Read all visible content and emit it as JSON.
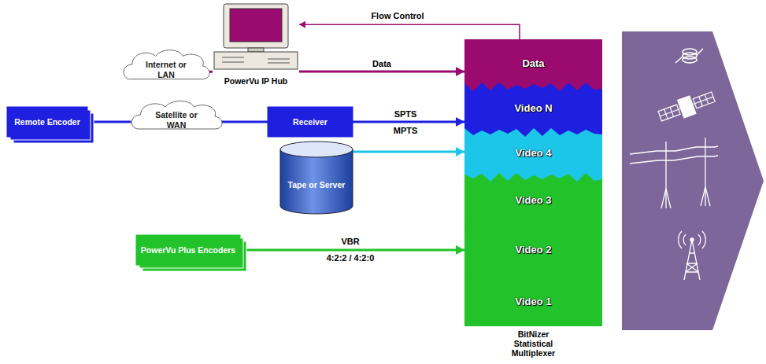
{
  "diagram": {
    "nodes": [
      {
        "text": [
          "PowerVu IP Hub"
        ]
      },
      {
        "text": [
          "Internet or LAN"
        ]
      },
      {
        "text": [
          "Remote Encoder"
        ]
      },
      {
        "text": [
          "Satellite or WAN"
        ]
      },
      {
        "text": [
          "Receiver"
        ]
      },
      {
        "text": [
          "Tape or Server"
        ]
      },
      {
        "text": [
          "PowerVu Plus Encoders"
        ]
      },
      {
        "text": [
          "BitNizer Statistical Multiplexer"
        ]
      },
      {
        "text": [
          "Data"
        ],
        "in": 7
      },
      {
        "text": [
          "Video N"
        ],
        "in": 7
      },
      {
        "text": [
          "Video 4"
        ],
        "in": 7
      },
      {
        "text": [
          "Video 3"
        ],
        "in": 7
      },
      {
        "text": [
          "Video 2"
        ],
        "in": 7
      },
      {
        "text": [
          "Video 1"
        ],
        "in": 7
      }
    ],
    "edges": [
      {
        "from": 1,
        "to": 0,
        "arrow": "none"
      },
      {
        "from": 0,
        "to": 8,
        "label": "Data",
        "arrow": "to"
      },
      {
        "from": 8,
        "to": 0,
        "label": "Flow Control",
        "arrow": "to"
      },
      {
        "from": 2,
        "to": 3,
        "arrow": "none"
      },
      {
        "from": 3,
        "to": 4,
        "arrow": "none"
      },
      {
        "from": 4,
        "to": 9,
        "label": "SPTS",
        "arrow": "to"
      },
      {
        "from": 5,
        "to": 10,
        "arrow": "to"
      },
      {
        "from": 6,
        "to": 12,
        "label": "VBR",
        "arrow": "to"
      }
    ],
    "labels": [
      "MPTS",
      "4:2:2 / 4:2:0"
    ]
  }
}
